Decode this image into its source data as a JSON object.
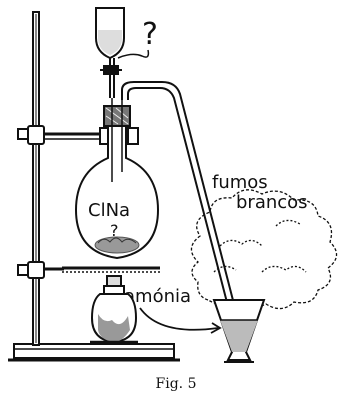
{
  "labels": {
    "flask_content": "ClNa",
    "flask_question": "?",
    "funnel_question": "?",
    "fumes_line1": "fumos",
    "fumes_line2": "brancos",
    "ammonia": "amónia",
    "caption": "Fig. 5"
  }
}
